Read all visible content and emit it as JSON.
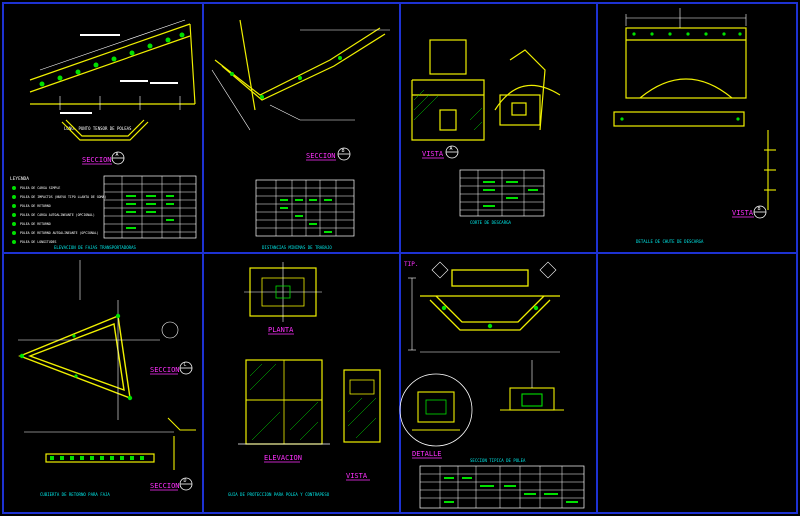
{
  "sheet": {
    "colors": {
      "border": "#1e32d2",
      "yellow": "#f0f000",
      "white": "#ffffff",
      "green": "#00e000",
      "cyan": "#00e6e6",
      "magenta": "#ff30ff",
      "red": "#ff2020"
    },
    "panels": [
      {
        "id": "p1",
        "caption": "ELEVACION DE FAJAS TRANSPORTADORAS",
        "section_label": "SECCION",
        "section_mark": "A",
        "drawing_title": "LONG. PUNTO TENSOR DE POLEAS",
        "legend_title": "LEYENDA",
        "legend_items": [
          "POLEA DE CARGA SIMPLE",
          "POLEA DE IMPACTOS (NUEVO TIPO LLANTA DE GOMA)",
          "POLEA DE RETORNO",
          "POLEA DE CARGA AUTOALINEANTE (OPCIONAL)",
          "POLEA DE RETORNO",
          "POLEA DE RETORNO AUTOALINEANTE (OPCIONAL)",
          "POLEA DE LONGITUDES"
        ]
      },
      {
        "id": "p2",
        "caption": "DISTANCIAS MINIMAS DE TRABAJO",
        "section_label": "SECCION",
        "section_mark": "B"
      },
      {
        "id": "p3",
        "caption": "CORTE DE DESCARGA",
        "view_label": "VISTA",
        "view_mark": "A"
      },
      {
        "id": "p4",
        "caption": "DETALLE DE CHUTE DE DESCARGA",
        "view_label": "VISTA",
        "view_mark": "B"
      },
      {
        "id": "p5",
        "caption": "CUBIERTA DE RETORNO PARA FAJA",
        "section_label": "SECCION",
        "section_mark": "C",
        "section_label_2": "SECCION",
        "section_mark_2": "D"
      },
      {
        "id": "p6",
        "caption": "GUIA DE PROTECCION PARA POLEA Y CONTRAPESO",
        "plan_label": "PLANTA",
        "elev_label": "ELEVACION",
        "view_label": "VISTA"
      },
      {
        "id": "p7",
        "caption": "SECCION TIPICA DE POLEA",
        "detail_label": "DETALLE",
        "corner_label": "TIP."
      }
    ]
  }
}
